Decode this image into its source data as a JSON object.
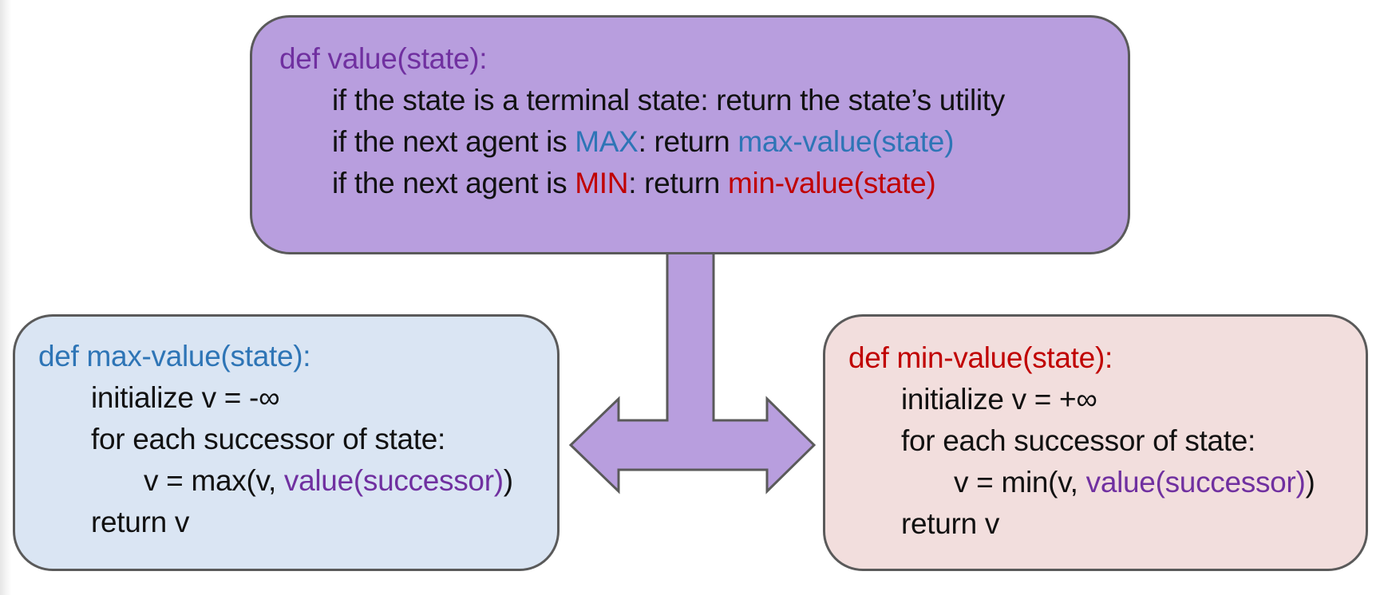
{
  "value_box": {
    "header": "def value(state):",
    "line1": "if the state is a terminal state: return the state’s utility",
    "line2_pre": "if the next agent is ",
    "line2_agent": "MAX",
    "line2_mid": ": return ",
    "line2_call": "max-value(state)",
    "line3_pre": "if the next agent is ",
    "line3_agent": "MIN",
    "line3_mid": ": return ",
    "line3_call": "min-value(state)"
  },
  "max_box": {
    "header": "def max-value(state):",
    "init": "initialize v = -∞",
    "loop": "for each successor of state:",
    "update_pre": "v = max(v, ",
    "update_call": "value(successor)",
    "update_post": ")",
    "ret": "return v"
  },
  "min_box": {
    "header": "def min-value(state):",
    "init": "initialize v = +∞",
    "loop": "for each successor of state:",
    "update_pre": "v = min(v, ",
    "update_call": "value(successor)",
    "update_post": ")",
    "ret": "return v"
  },
  "colors": {
    "value_box_fill": "#b89ede",
    "max_box_fill": "#dae5f3",
    "min_box_fill": "#f2dedd",
    "arrow_fill": "#b89ede",
    "border": "#5a5a5a",
    "value_text": "#7030a0",
    "max_text": "#2e75b6",
    "min_text": "#c00000"
  },
  "icons": {
    "connector": "t-shaped-double-arrow-icon"
  }
}
